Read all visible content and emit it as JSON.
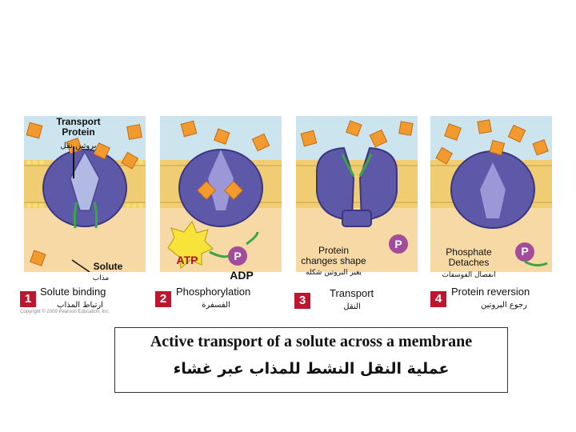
{
  "colors": {
    "cytoplasm": "#f7d9a6",
    "membrane_top": "#cbe4ee",
    "protein": "#5d58a8",
    "solute": "#f39a2f",
    "arrow": "#3aa545",
    "phosphate": "#a24c9b",
    "atp": "#f7e33a",
    "step_badge": "#c0152f"
  },
  "panel1": {
    "label_protein": "Transport\nProtein",
    "label_protein_ar": "بروتين نقل",
    "label_solute": "Solute",
    "label_solute_ar": "مذاب",
    "step_number": "1",
    "step_name": "Solute binding",
    "step_name_ar": "ارتباط المذاب"
  },
  "panel2": {
    "atp_label": "ATP",
    "p_label": "P",
    "adp_label": "ADP",
    "step_number": "2",
    "step_name": "Phosphorylation",
    "step_name_ar": "الفسفرة"
  },
  "panel3": {
    "label": "Protein\nchanges shape",
    "label_ar": "يغير البروتين شكله",
    "p_label": "P",
    "step_number": "3",
    "step_name": "Transport",
    "step_name_ar": "النقل"
  },
  "panel4": {
    "label": "Phosphate\nDetaches",
    "label_ar": "انفصال الفوسفات",
    "p_label": "P",
    "step_number": "4",
    "step_name": "Protein reversion",
    "step_name_ar": "رجوع البروتين"
  },
  "copyright": "Copyright © 2009 Pearson Education, Inc.",
  "caption": {
    "title": "Active transport of a solute across a membrane",
    "title_ar": "عملية النقل النشط للمذاب عبر غشاء"
  }
}
